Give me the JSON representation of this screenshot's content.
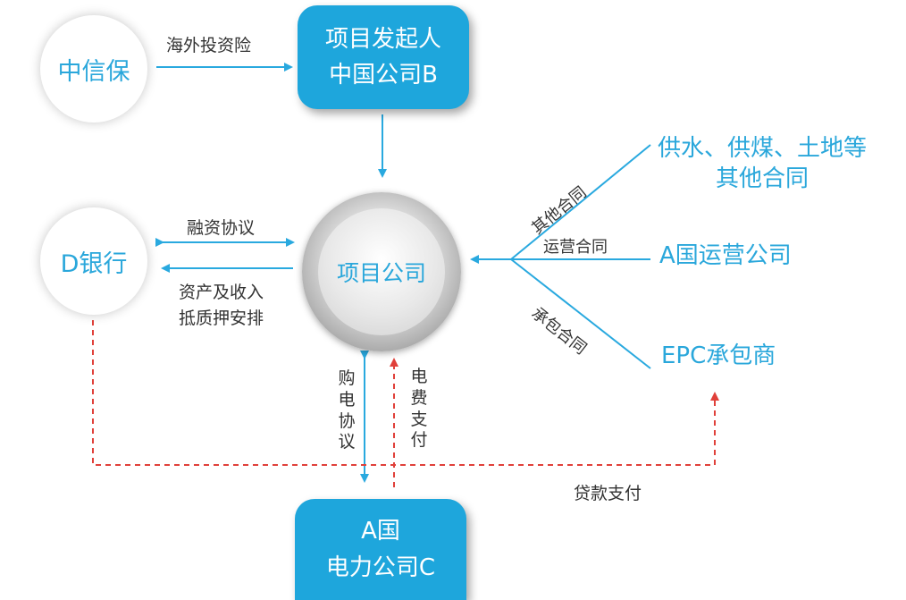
{
  "nodes": {
    "zhongxinbao": "中信保",
    "sponsor_line1": "项目发起人",
    "sponsor_line2": "中国公司B",
    "bank": "D银行",
    "project_company": "项目公司",
    "power_line1": "A国",
    "power_line2": "电力公司C",
    "other_contracts_line1": "供水、供煤、土地等",
    "other_contracts_line2": "其他合同",
    "operator": "A国运营公司",
    "epc": "EPC承包商"
  },
  "edges": {
    "overseas_insurance": "海外投资险",
    "financing_agreement": "融资协议",
    "pledge_line1": "资产及收入",
    "pledge_line2": "抵质押安排",
    "other_contract": "其他合同",
    "operation_contract": "运营合同",
    "epc_contract": "承包合同",
    "ppa": "购电协议",
    "power_payment": "电费支付",
    "loan_payment": "贷款支付"
  },
  "colors": {
    "blue": "#1ea6dc",
    "line_blue": "#29a9df",
    "dashed_red": "#e0403a"
  }
}
